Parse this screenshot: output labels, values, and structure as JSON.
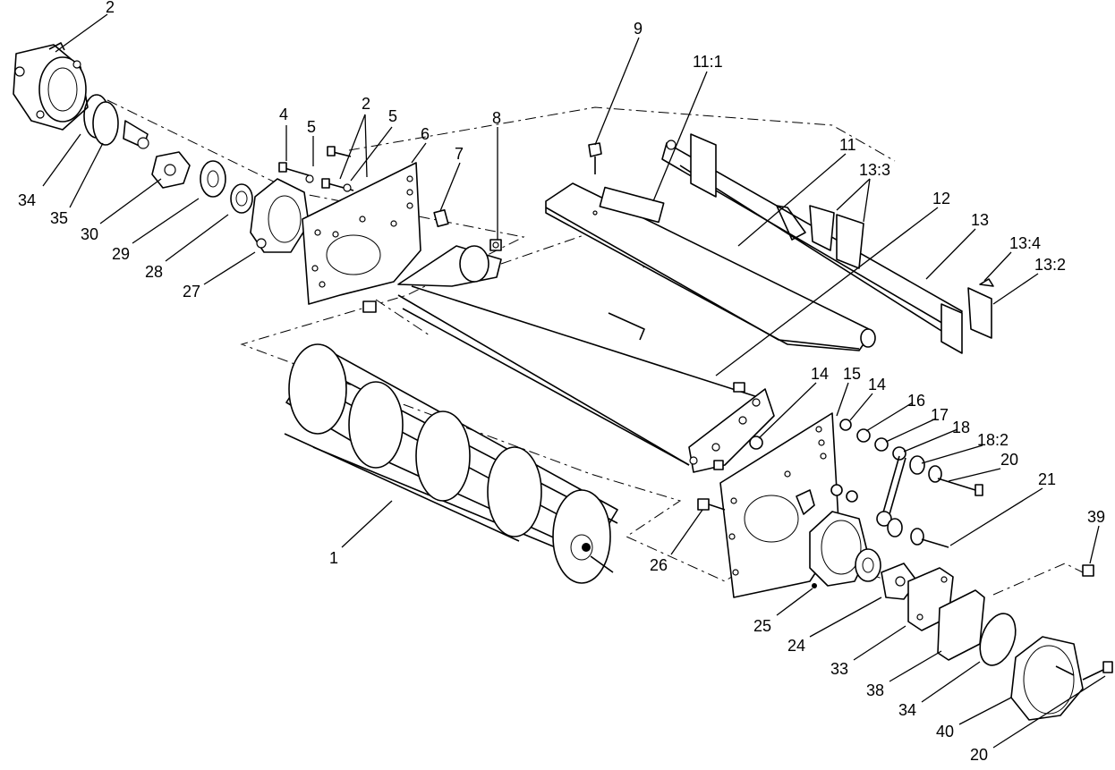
{
  "diagram": {
    "callouts": [
      {
        "id": "c-2a",
        "text": "2"
      },
      {
        "id": "c-34a",
        "text": "34"
      },
      {
        "id": "c-35",
        "text": "35"
      },
      {
        "id": "c-30",
        "text": "30"
      },
      {
        "id": "c-29",
        "text": "29"
      },
      {
        "id": "c-28",
        "text": "28"
      },
      {
        "id": "c-27",
        "text": "27"
      },
      {
        "id": "c-4",
        "text": "4"
      },
      {
        "id": "c-5a",
        "text": "5"
      },
      {
        "id": "c-2b",
        "text": "2"
      },
      {
        "id": "c-5b",
        "text": "5"
      },
      {
        "id": "c-6",
        "text": "6"
      },
      {
        "id": "c-7",
        "text": "7"
      },
      {
        "id": "c-8",
        "text": "8"
      },
      {
        "id": "c-9",
        "text": "9"
      },
      {
        "id": "c-11-1",
        "text": "11:1"
      },
      {
        "id": "c-11",
        "text": "11"
      },
      {
        "id": "c-13-3",
        "text": "13:3"
      },
      {
        "id": "c-12",
        "text": "12"
      },
      {
        "id": "c-13",
        "text": "13"
      },
      {
        "id": "c-13-4",
        "text": "13:4"
      },
      {
        "id": "c-13-2",
        "text": "13:2"
      },
      {
        "id": "c-14a",
        "text": "14"
      },
      {
        "id": "c-15",
        "text": "15"
      },
      {
        "id": "c-14b",
        "text": "14"
      },
      {
        "id": "c-16",
        "text": "16"
      },
      {
        "id": "c-17",
        "text": "17"
      },
      {
        "id": "c-18",
        "text": "18"
      },
      {
        "id": "c-18-2",
        "text": "18:2"
      },
      {
        "id": "c-20a",
        "text": "20"
      },
      {
        "id": "c-21",
        "text": "21"
      },
      {
        "id": "c-39",
        "text": "39"
      },
      {
        "id": "c-1",
        "text": "1"
      },
      {
        "id": "c-26",
        "text": "26"
      },
      {
        "id": "c-25",
        "text": "25"
      },
      {
        "id": "c-24",
        "text": "24"
      },
      {
        "id": "c-33",
        "text": "33"
      },
      {
        "id": "c-38",
        "text": "38"
      },
      {
        "id": "c-34b",
        "text": "34"
      },
      {
        "id": "c-40",
        "text": "40"
      },
      {
        "id": "c-20b",
        "text": "20"
      }
    ]
  }
}
